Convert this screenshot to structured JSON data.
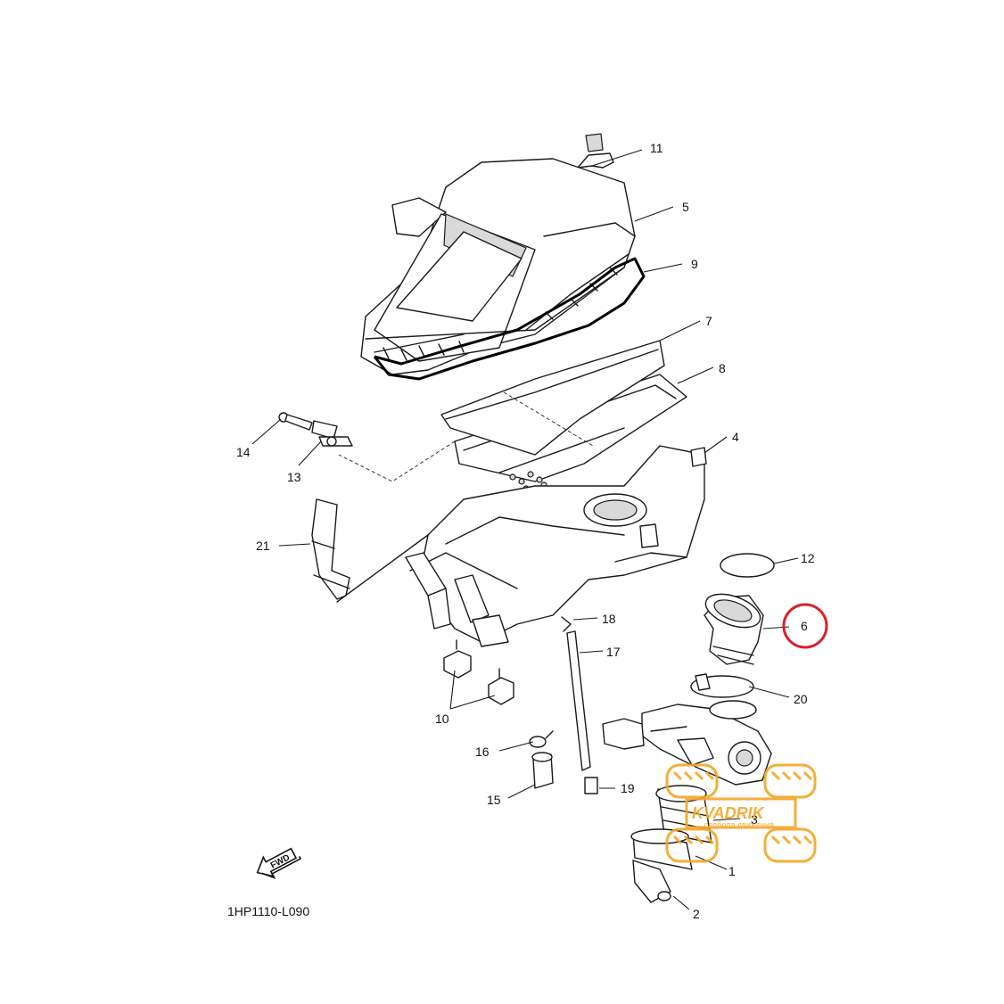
{
  "diagram": {
    "drawing_code": "1HP1110-L090",
    "direction_label": "FWD",
    "highlight_color": "#d9202a",
    "highlighted_part": "6",
    "callouts": [
      "1",
      "2",
      "3",
      "4",
      "5",
      "6",
      "7",
      "8",
      "9",
      "10",
      "11",
      "12",
      "13",
      "14",
      "15",
      "16",
      "17",
      "18",
      "19",
      "20",
      "21"
    ]
  },
  "watermark": {
    "brand": "KVADRIK",
    "tagline": "свобода движения",
    "color": "#f5a623"
  }
}
